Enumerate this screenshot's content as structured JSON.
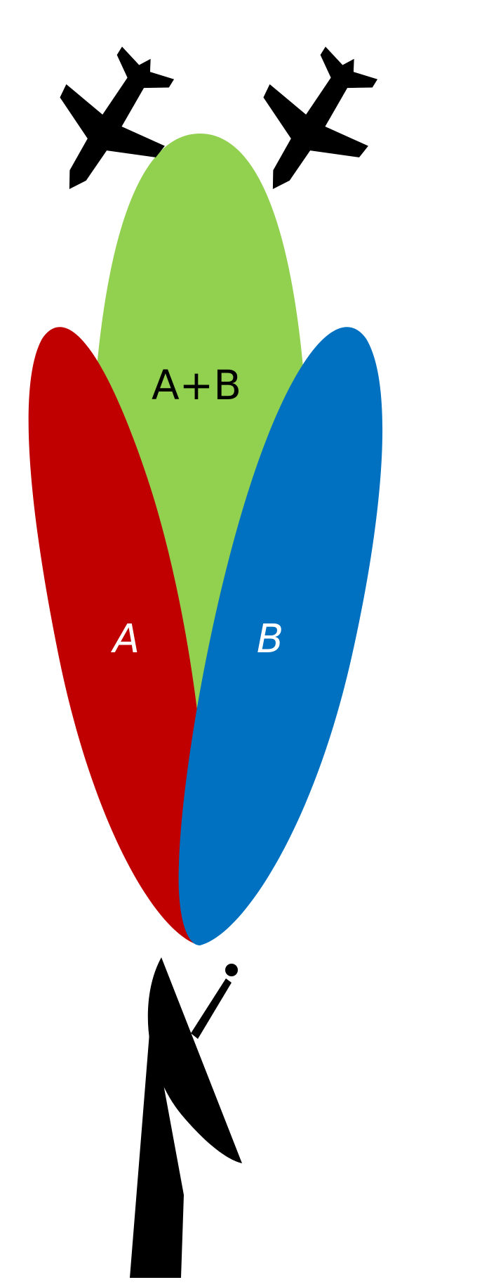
{
  "diagram": {
    "type": "radar beam lobes",
    "labels": {
      "sum_beam": "A+B",
      "beam_a": "A",
      "beam_b": "B"
    },
    "colors": {
      "sum_beam": "#92d050",
      "beam_a": "#c00000",
      "beam_b": "#0070c0",
      "icons": "#000000",
      "background": "#ffffff"
    },
    "icons": [
      "fighter-jet-icon",
      "fighter-jet-icon",
      "radar-dish-icon"
    ]
  }
}
